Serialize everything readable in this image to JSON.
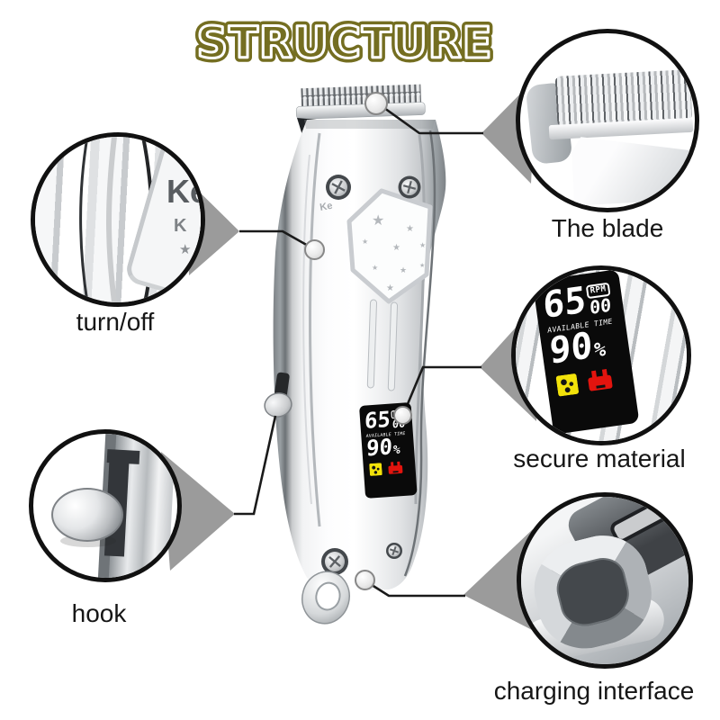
{
  "title": {
    "text": "STRUCTURE",
    "color": "#746e21"
  },
  "colors": {
    "title_olive": "#746e21",
    "callout_line": "#1a1a1a",
    "wedge_gray": "#9b9b9b",
    "circle_border": "#111111",
    "lcd_background": "#0a0a0a",
    "lcd_yellow": "#f2e20a",
    "lcd_red": "#e3140e",
    "label_text": "#161616"
  },
  "callouts": {
    "blade": {
      "label": "The blade"
    },
    "turn_off": {
      "label": "turn/off"
    },
    "secure": {
      "label": "secure material"
    },
    "hook": {
      "label": "hook"
    },
    "charging": {
      "label": "charging interface"
    }
  },
  "lcd": {
    "rpm_value": "65",
    "rpm_badge": "RPM",
    "rpm_sub": "00",
    "time_label": "AVAILABLE TIME",
    "battery_value": "90",
    "battery_unit": "%"
  },
  "brand": {
    "partial_text": "Ke",
    "partial_letter": "K",
    "star": "★"
  }
}
